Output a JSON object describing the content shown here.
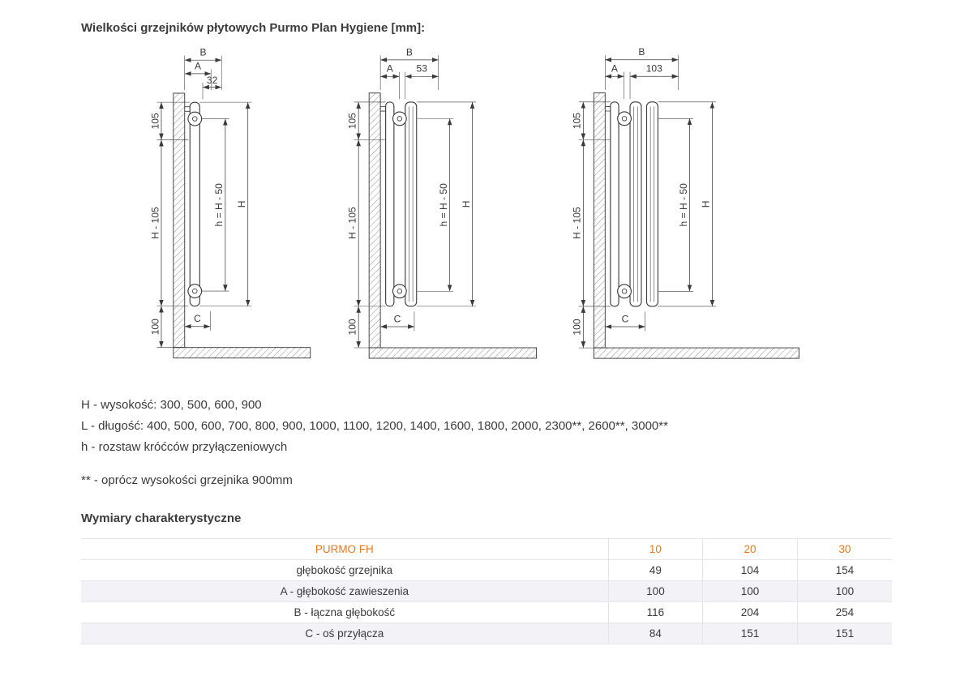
{
  "page": {
    "title": "Wielkości grzejników płytowych Purmo Plan Hygiene [mm]:"
  },
  "drawings": [
    {
      "type": "type-10",
      "labels": {
        "b": "B",
        "a": "A",
        "depth": "32",
        "top_offset": "105",
        "mid": "H - 105",
        "bottom_clearance": "100",
        "hub_spacing": "h = H - 50",
        "height": "H",
        "connection": "C"
      }
    },
    {
      "type": "type-20",
      "labels": {
        "b": "B",
        "a": "A",
        "depth": "53",
        "top_offset": "105",
        "mid": "H - 105",
        "bottom_clearance": "100",
        "hub_spacing": "h = H - 50",
        "height": "H",
        "connection": "C"
      }
    },
    {
      "type": "type-30",
      "labels": {
        "b": "B",
        "a": "A",
        "depth": "103",
        "top_offset": "105",
        "mid": "H - 105",
        "bottom_clearance": "100",
        "hub_spacing": "h = H - 50",
        "height": "H",
        "connection": "C"
      }
    }
  ],
  "notes": [
    "H - wysokość: 300, 500, 600, 900",
    "L - długość: 400, 500, 600, 700, 800, 900, 1000, 1100, 1200, 1400, 1600, 1800, 2000, 2300**, 2600**, 3000**",
    "h - rozstaw króćców przyłączeniowych"
  ],
  "footnote": "** - oprócz wysokości grzejnika 900mm",
  "table": {
    "heading": "Wymiary charakterystyczne",
    "header": [
      "PURMO FH",
      "10",
      "20",
      "30"
    ],
    "rows": [
      [
        "głębokość grzejnika",
        "49",
        "104",
        "154"
      ],
      [
        "A - głębokość zawieszenia",
        "100",
        "100",
        "100"
      ],
      [
        "B - łączna głębokość",
        "116",
        "204",
        "254"
      ],
      [
        "C - oś przyłącza",
        "84",
        "151",
        "151"
      ]
    ]
  },
  "colors": {
    "accent_orange": "#E8791D",
    "text": "#3B3B3B",
    "row_alt_bg": "#F2F2F7",
    "table_line": "#E4E4EA"
  }
}
